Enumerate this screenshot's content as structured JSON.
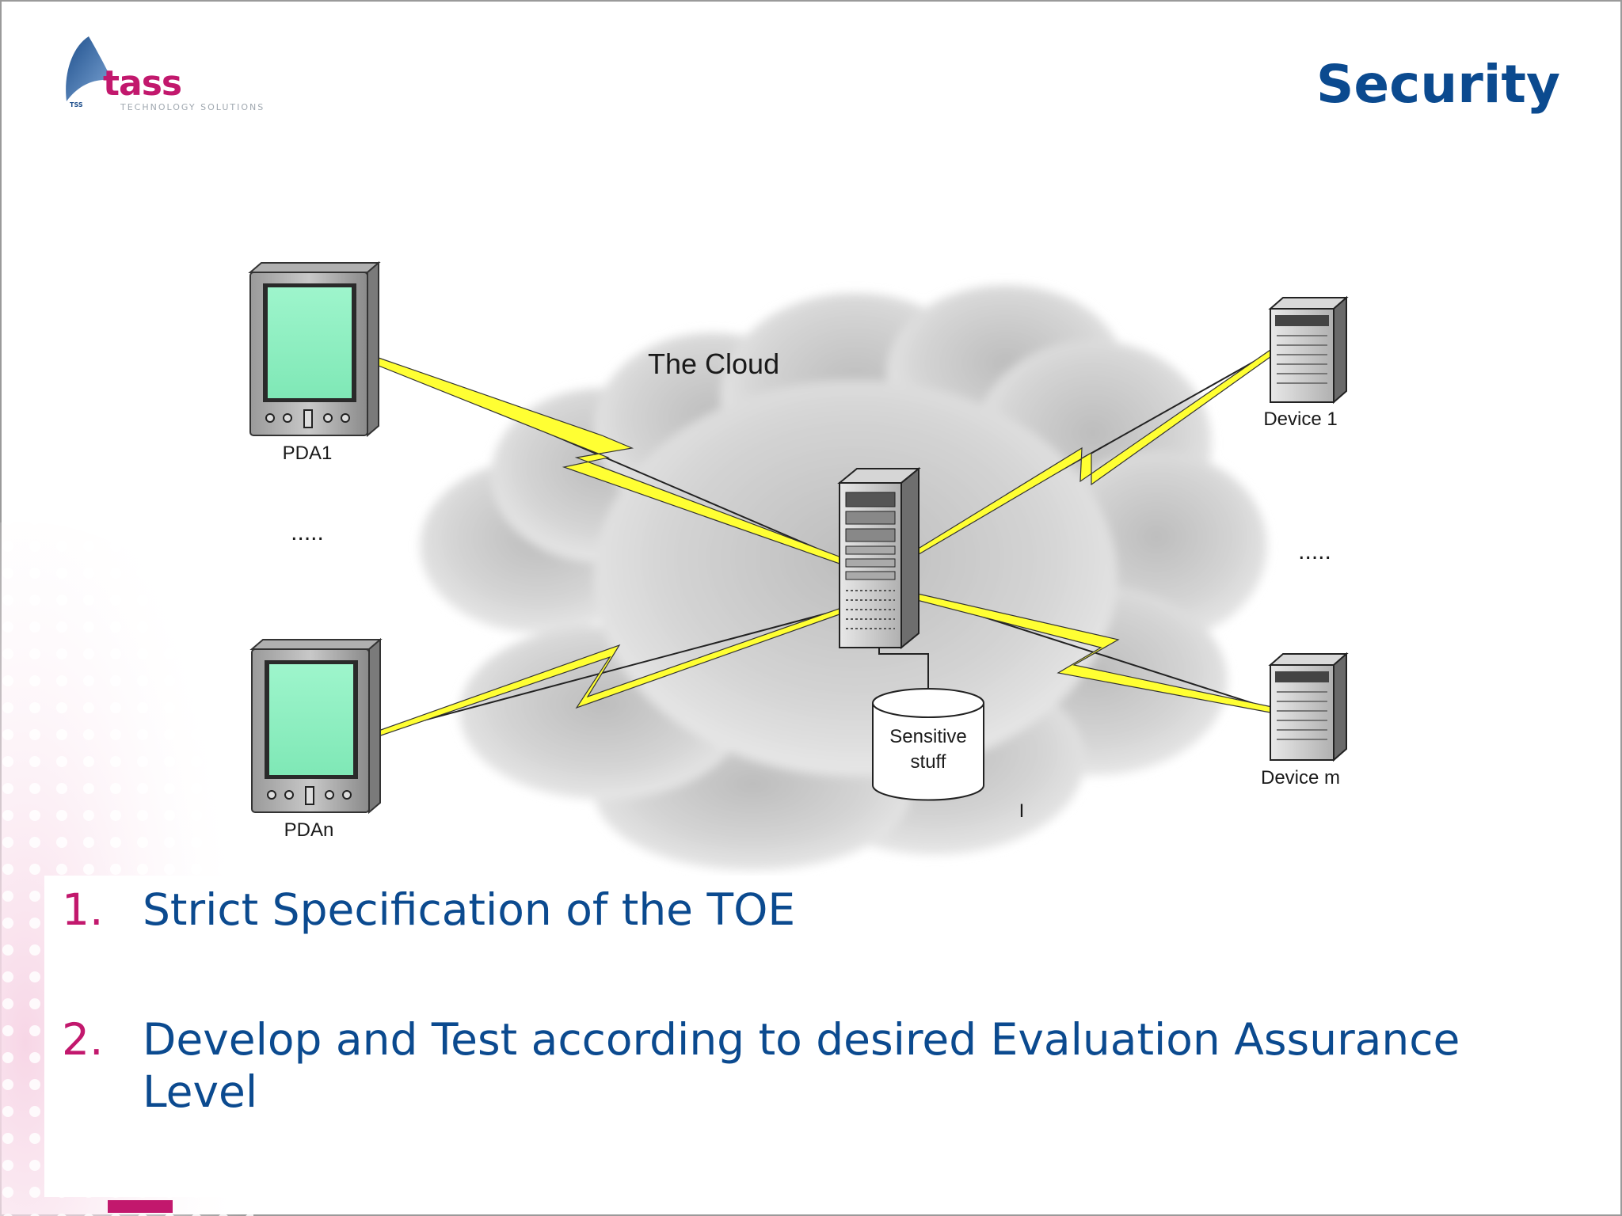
{
  "logo": {
    "word": "tass",
    "tagline": "TECHNOLOGY SOLUTIONS",
    "mark": "TSS"
  },
  "slide": {
    "title": "Security"
  },
  "diagram": {
    "cloud_label": "The Cloud",
    "pda_top_label": "PDA1",
    "pda_bottom_label": "PDAn",
    "pda_ellipsis": ".....",
    "device_top_label": "Device 1",
    "device_bottom_label": "Device m",
    "device_ellipsis": ".....",
    "storage_label_line1": "Sensitive",
    "storage_label_line2": "stuff",
    "stray_mark": "I"
  },
  "list": [
    {
      "number": "1.",
      "text": "Strict Specification of the TOE"
    },
    {
      "number": "2.",
      "text": "Develop and Test according to desired Evaluation Assurance Level"
    }
  ],
  "colors": {
    "title_blue": "#0b4a8f",
    "accent_magenta": "#c2186d",
    "lightning_yellow": "#ffff33",
    "pda_screen": "#8ff0c0"
  }
}
